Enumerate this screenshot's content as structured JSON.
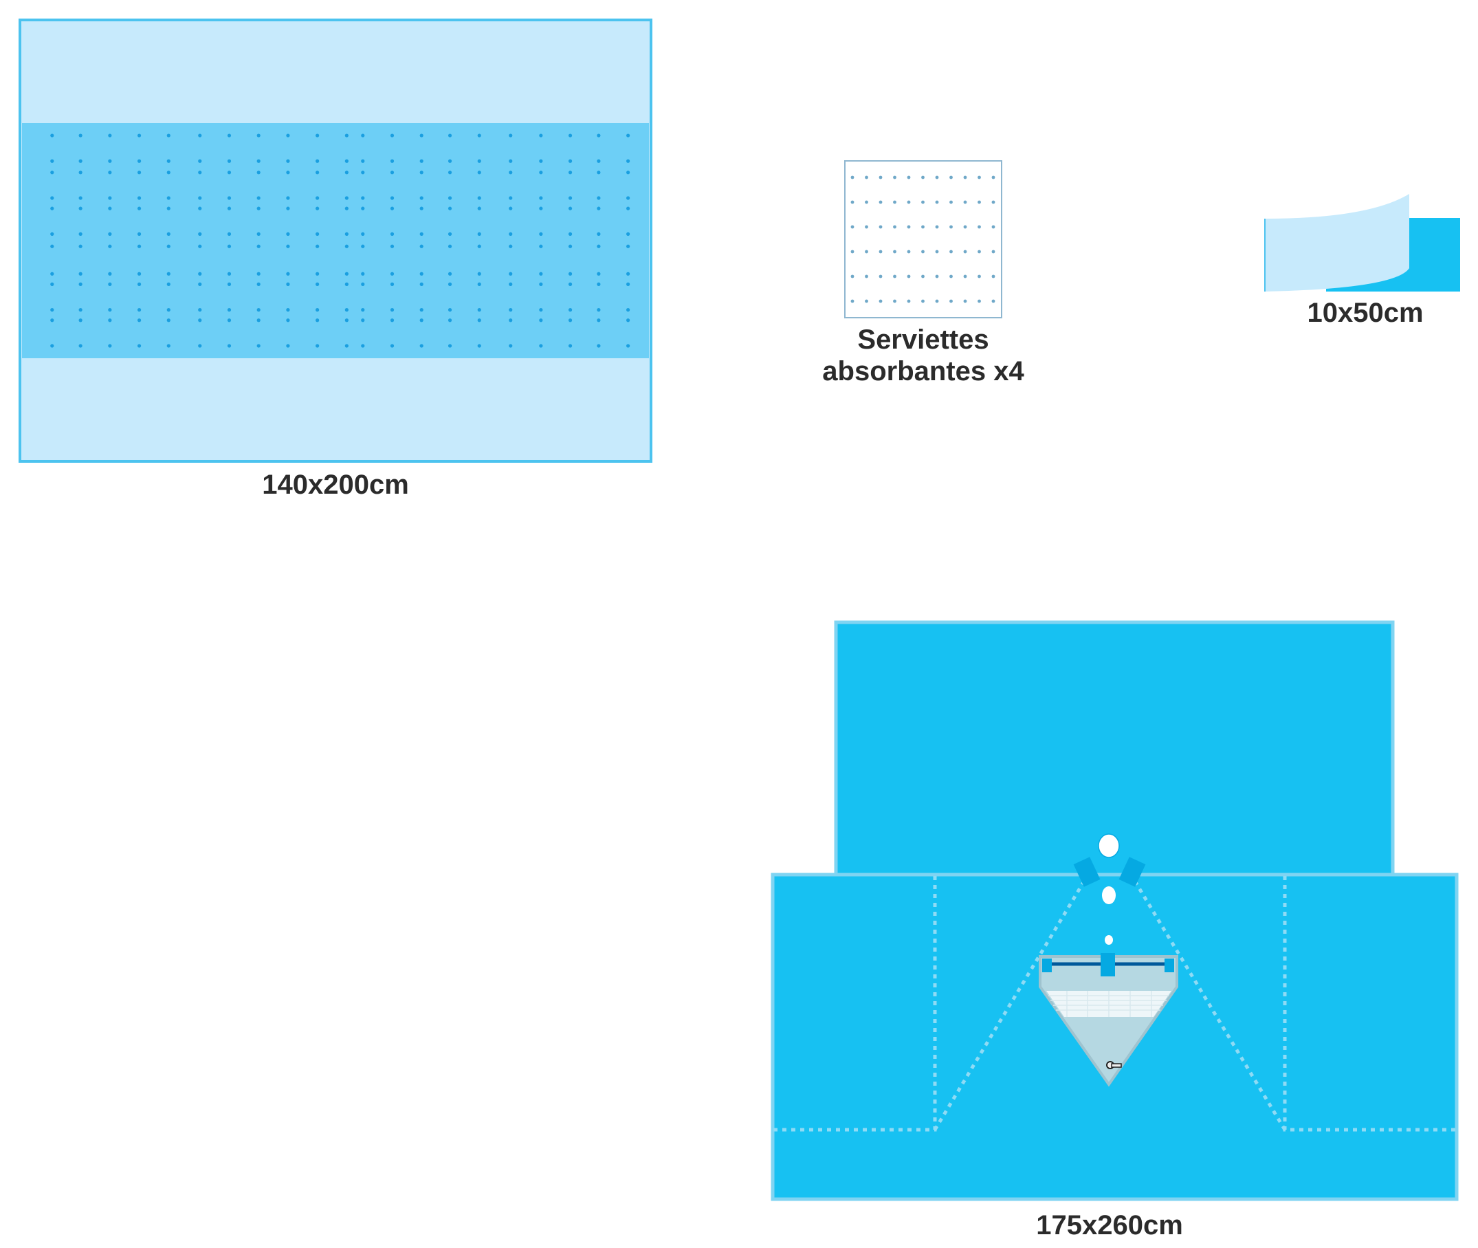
{
  "items": {
    "drape_large": {
      "label": "140x200cm"
    },
    "towels": {
      "label_line1": "Serviettes",
      "label_line2": "absorbantes x4"
    },
    "strip": {
      "label": "10x50cm"
    },
    "drape_pouch": {
      "label": "175x260cm"
    }
  },
  "colors": {
    "light_blue": "#c7eafc",
    "band_blue": "#6dcff6",
    "border_blue": "#4cc3ef",
    "dot_blue": "#1a9fe0",
    "drape_blue": "#17c1f2",
    "drape_border": "#80d4f2",
    "pouch_gray": "#b5d8e2"
  }
}
